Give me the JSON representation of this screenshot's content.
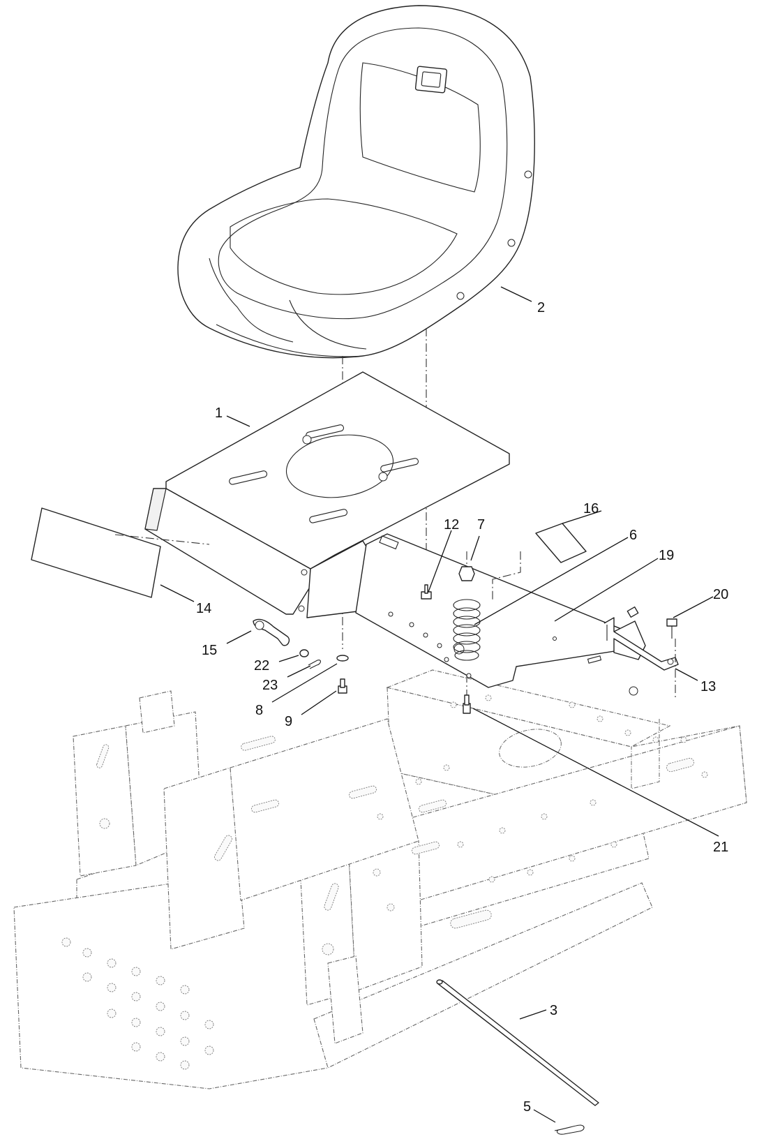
{
  "callouts": {
    "c1": "1",
    "c2": "2",
    "c3": "3",
    "c5": "5",
    "c6": "6",
    "c7": "7",
    "c8": "8",
    "c9": "9",
    "c12": "12",
    "c13": "13",
    "c14": "14",
    "c15": "15",
    "c16": "16",
    "c19": "19",
    "c20": "20",
    "c21": "21",
    "c22": "22",
    "c23": "23"
  }
}
